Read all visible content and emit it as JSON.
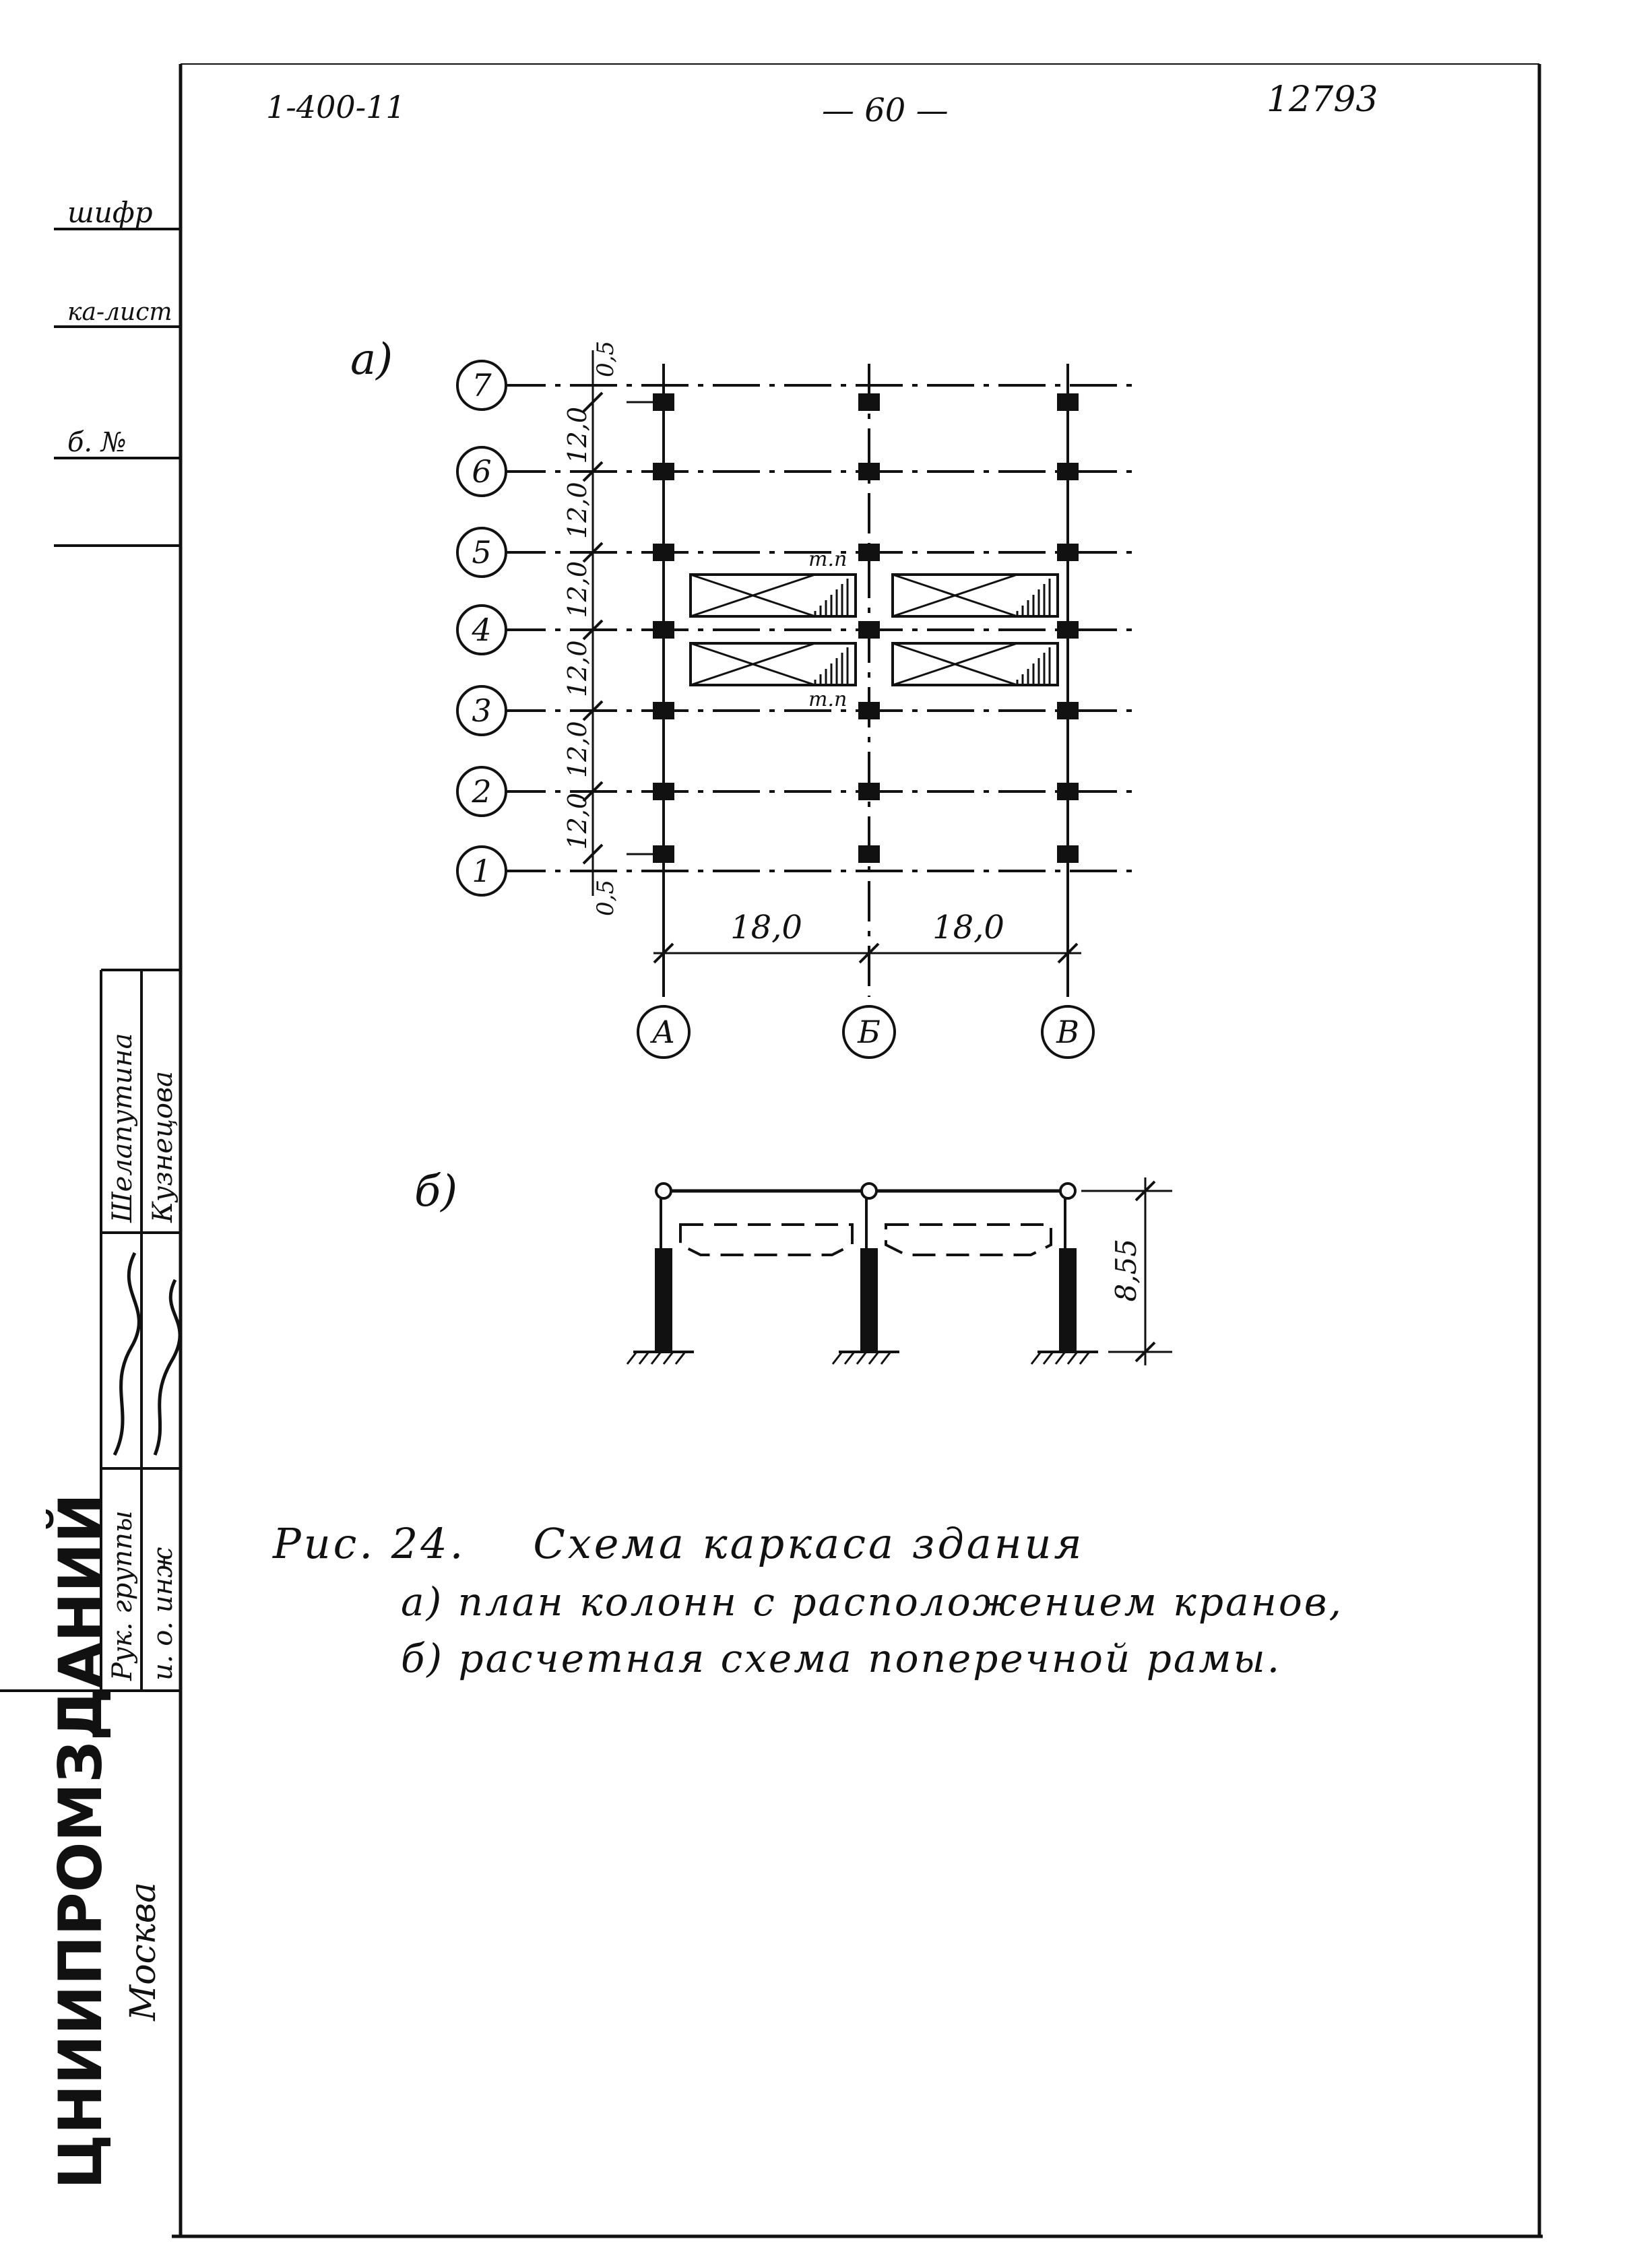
{
  "header": {
    "series_code": "1-400-11",
    "page_number": "— 60 —",
    "inventory_number": "12793"
  },
  "side_labels": {
    "top": [
      "шифр",
      "ка-лист",
      "б. №"
    ],
    "staff_roles": [
      "Рук. группы",
      "и. о. инж"
    ],
    "staff_names": [
      "Шелапутина",
      "Кузнецова"
    ],
    "institute": "ЦНИИПРОМЗДАНИЙ",
    "city": "Москва"
  },
  "figure_a": {
    "label": "а)",
    "row_axes": [
      "7",
      "6",
      "5",
      "4",
      "3",
      "2",
      "1"
    ],
    "column_axes": [
      "А",
      "Б",
      "В"
    ],
    "row_spacing": [
      "12,0",
      "12,0",
      "12,0",
      "12,0",
      "12,0",
      "12,0"
    ],
    "edge_offset_top": "0,5",
    "edge_offset_bottom": "0,5",
    "spans": [
      "18,0",
      "18,0"
    ],
    "crane_marks": [
      "т.п",
      "т.п"
    ]
  },
  "figure_b": {
    "label": "б)",
    "height_dim": "8,55"
  },
  "caption": {
    "prefix": "Рис. 24.",
    "title": "Схема каркаса здания",
    "line_a": "а) план колонн с расположением кранов,",
    "line_b": "б) расчетная схема поперечной рамы."
  }
}
